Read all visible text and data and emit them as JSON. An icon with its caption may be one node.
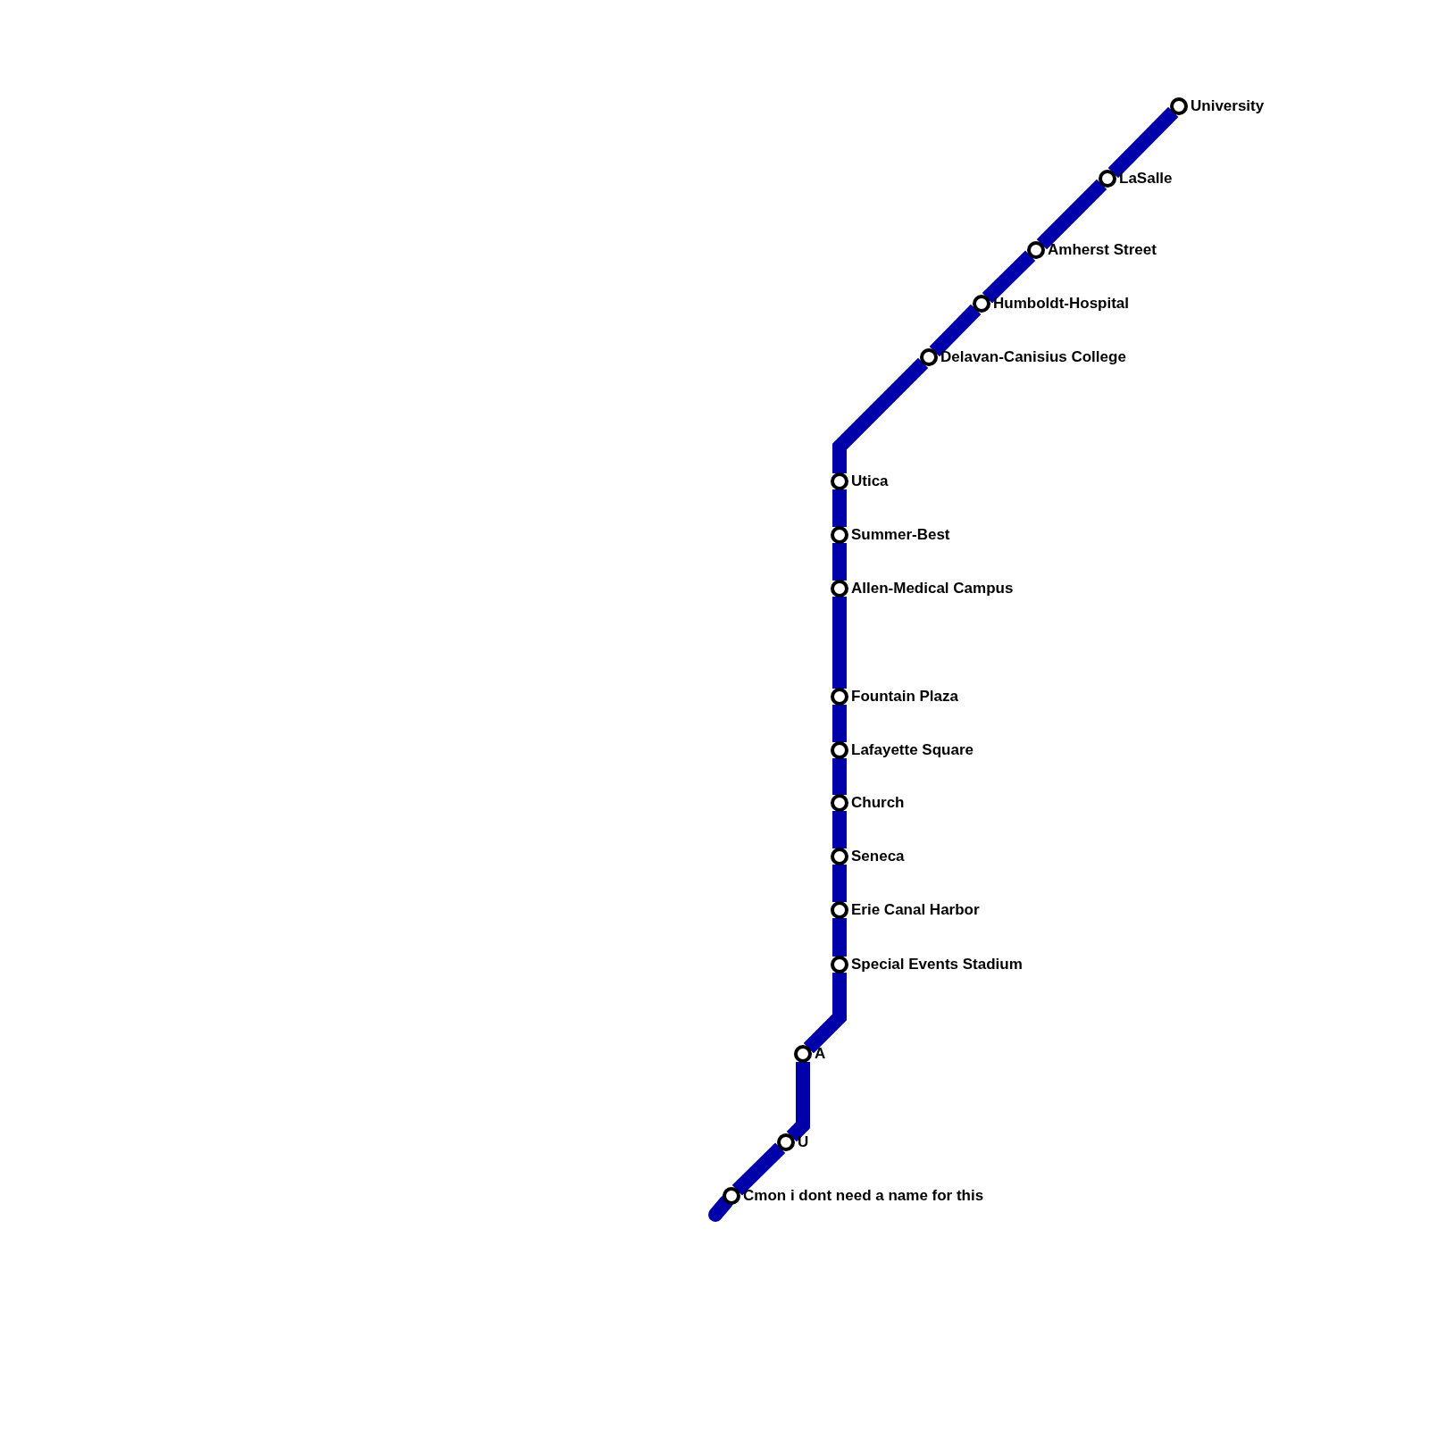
{
  "diagram": {
    "nodes": [
      {
        "text": [
          "University"
        ]
      },
      {
        "text": [
          "LaSalle"
        ]
      },
      {
        "text": [
          "Amherst Street"
        ]
      },
      {
        "text": [
          "Humboldt-Hospital"
        ]
      },
      {
        "text": [
          "Delavan-Canisius College"
        ]
      },
      {
        "text": [
          "Utica"
        ]
      },
      {
        "text": [
          "Summer-Best"
        ]
      },
      {
        "text": [
          "Allen-Medical Campus"
        ]
      },
      {
        "text": [
          "Fountain Plaza"
        ]
      },
      {
        "text": [
          "Lafayette Square"
        ]
      },
      {
        "text": [
          "Church"
        ]
      },
      {
        "text": [
          "Seneca"
        ]
      },
      {
        "text": [
          "Erie Canal Harbor"
        ]
      },
      {
        "text": [
          "Special Events Stadium"
        ]
      },
      {
        "text": [
          "A"
        ]
      },
      {
        "text": [
          "U"
        ]
      },
      {
        "text": [
          "Cmon i dont need a name for this"
        ]
      }
    ],
    "edges": [
      {
        "from": 0,
        "to": 1,
        "arrow": "none",
        "color": "#0000aa"
      },
      {
        "from": 1,
        "to": 2,
        "arrow": "none",
        "color": "#0000aa"
      },
      {
        "from": 2,
        "to": 3,
        "arrow": "none",
        "color": "#0000aa"
      },
      {
        "from": 3,
        "to": 4,
        "arrow": "none",
        "color": "#0000aa"
      },
      {
        "from": 4,
        "to": 5,
        "arrow": "none",
        "color": "#0000aa"
      },
      {
        "from": 5,
        "to": 6,
        "arrow": "none",
        "color": "#0000aa"
      },
      {
        "from": 6,
        "to": 7,
        "arrow": "none",
        "color": "#0000aa"
      },
      {
        "from": 7,
        "to": 8,
        "arrow": "none",
        "color": "#0000aa"
      },
      {
        "from": 8,
        "to": 9,
        "arrow": "none",
        "color": "#0000aa"
      },
      {
        "from": 9,
        "to": 10,
        "arrow": "none",
        "color": "#0000aa"
      },
      {
        "from": 10,
        "to": 11,
        "arrow": "none",
        "color": "#0000aa"
      },
      {
        "from": 11,
        "to": 12,
        "arrow": "none",
        "color": "#0000aa"
      },
      {
        "from": 12,
        "to": 13,
        "arrow": "none",
        "color": "#0000aa"
      },
      {
        "from": 13,
        "to": 14,
        "arrow": "none",
        "color": "#0000aa"
      },
      {
        "from": 14,
        "to": 15,
        "arrow": "none",
        "color": "#0000aa"
      },
      {
        "from": 15,
        "to": 16,
        "arrow": "none",
        "color": "#0000aa"
      },
      {
        "from": 16,
        "to": null,
        "arrow": "none",
        "color": "#0000aa"
      }
    ]
  }
}
